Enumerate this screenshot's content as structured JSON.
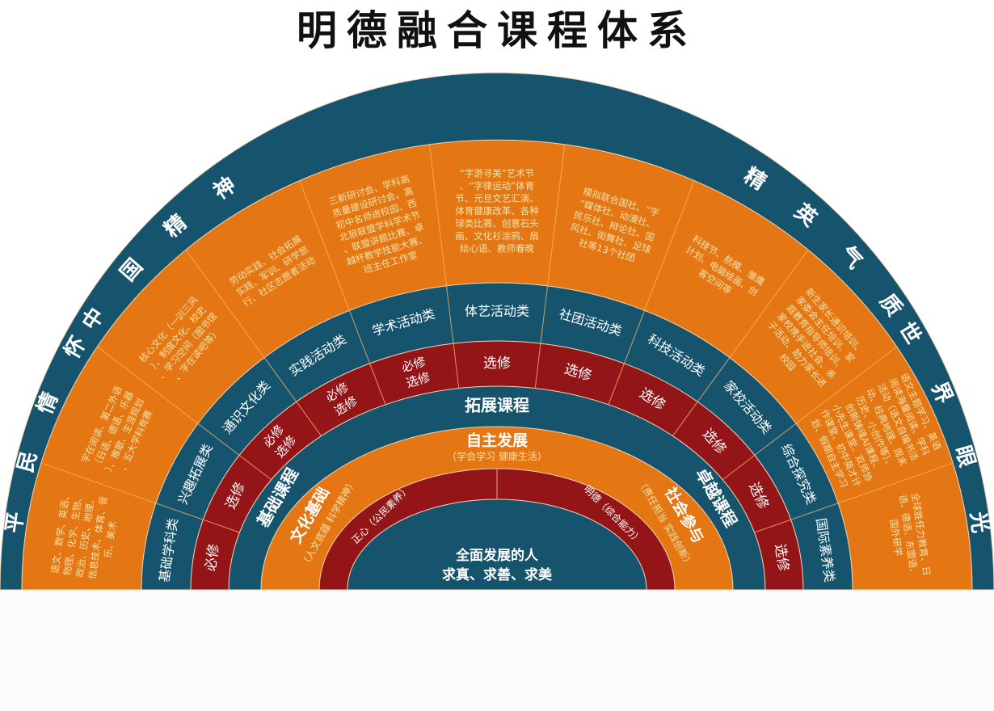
{
  "title": "明德融合课程体系",
  "colors": {
    "blue": "#16546e",
    "orange": "#e57614",
    "red": "#941518",
    "text_light": "#ffffff",
    "text_cream": "#f6e3a8"
  },
  "outer_ring": {
    "labels": [
      "平民情怀",
      "中国精神",
      "精英气质",
      "世界眼光"
    ]
  },
  "activity_details": [
    {
      "id": "basic",
      "text": "语文、数学、英语、物理、化学、生物、政治、历史、地理、信息技术、体育、音乐、美术"
    },
    {
      "id": "interest",
      "text": "字在阅读、第二外语（日语、德语、乐器）、推歌、生涯规划、五大学科竞赛"
    },
    {
      "id": "general",
      "text": "核心文化（一训三风）、制度文化、校史、学习空间（图书馆、字在读吧等）"
    },
    {
      "id": "practice",
      "text": "劳动实践、社会拓展实践、军训、研学旅行、社区志愿者活动"
    },
    {
      "id": "academic",
      "text": "三新研讨会、学科高质量建设研讨会、高初中名师进校园、西北狼联盟学科学术节、联盟讲题比赛、卓越杯教学技能大赛、班主任工作室"
    },
    {
      "id": "arts",
      "text": "“字游寻美”艺术节、“字律运动”体育节、元旦文艺汇演、体育健康改革、各种球类比赛、创意石头画、文化衫涂鸦、扇绘心语、教师春晚"
    },
    {
      "id": "clubs",
      "text": "模拟联合国社、“字”媒体社、动漫社、民乐社、辩论社、国风社、街舞社、足球社等13个社团"
    },
    {
      "id": "tech",
      "text": "科技节、航模、雏鹰计划、电脑绘画、创客空间等"
    },
    {
      "id": "home",
      "text": "新生家长通识培训、家委会主任培训、家庭教育指导师培训、家校携手进社会、亲子活动、助力家长进校园"
    },
    {
      "id": "inquiry",
      "text": "语文主题学习、英语阅读海量阅读、学科活动（语文自编书活动、经典地理、周末历史、小创作等）、创新铸魂AI课程、小先生课堂、双师协作课堂、初中英才计划、假期自主学习"
    },
    {
      "id": "intl",
      "text": "全球胜任力教育、日语、德语、东盟语、国外研学"
    }
  ],
  "categories": [
    "基础学科类",
    "兴趣拓展类",
    "通识文化类",
    "实践活动类",
    "学术活动类",
    "体艺活动类",
    "社团活动类",
    "科技活动类",
    "家校活动类",
    "综合探究类",
    "国际素养类"
  ],
  "course_types": [
    "必修",
    "选修",
    "必修 选修",
    "必修 选修",
    "必修 选修",
    "选修",
    "选修",
    "选修",
    "选修",
    "选修",
    "选修"
  ],
  "course_levels": {
    "basic": "基础课程",
    "extended": "拓展课程",
    "excellence": "卓越课程"
  },
  "core_literacy": {
    "left_title": "文化基础",
    "left_sub": "（人文底蕴 科学精神）",
    "top_title": "自主发展",
    "top_sub": "（学会学习 健康生活）",
    "right_title": "社会参与",
    "right_sub": "（责任担当 实践创新）"
  },
  "virtues": {
    "left": "正心（公民素养）",
    "right": "明德（综合能力）"
  },
  "center": {
    "line1": "全面发展的人",
    "line2": "求真、求善、求美"
  }
}
